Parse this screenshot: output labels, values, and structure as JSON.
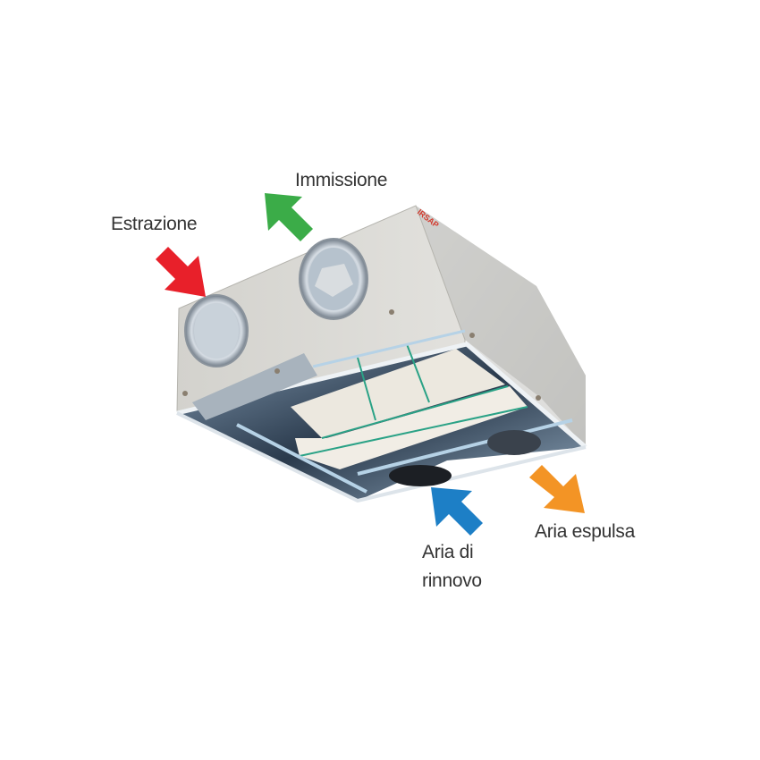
{
  "labels": {
    "estrazione": "Estrazione",
    "immissione": "Immissione",
    "aria_di_rinnovo_line1": "Aria di",
    "aria_di_rinnovo_line2": "rinnovo",
    "aria_espulsa": "Aria espulsa"
  },
  "brand_logo": "IRSAP",
  "arrows": [
    {
      "name": "estrazione-arrow",
      "color": "#e8202a",
      "direction": "down-right"
    },
    {
      "name": "immissione-arrow",
      "color": "#3bac48",
      "direction": "up-left"
    },
    {
      "name": "aria-di-rinnovo-arrow",
      "color": "#1d7fc6",
      "direction": "up-left"
    },
    {
      "name": "aria-espulsa-arrow",
      "color": "#f39425",
      "direction": "down-right"
    }
  ]
}
